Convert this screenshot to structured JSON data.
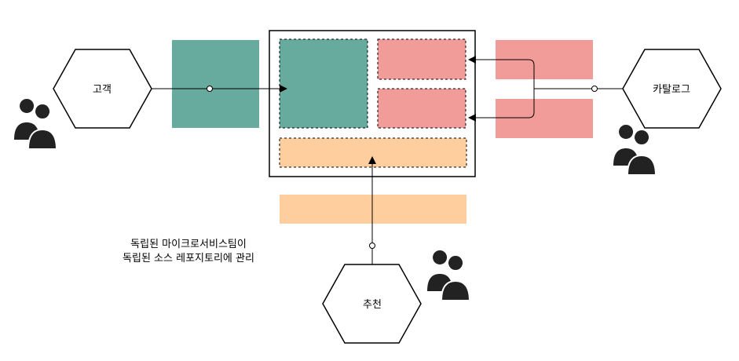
{
  "nodes": {
    "customer": {
      "label": "고객"
    },
    "catalog": {
      "label": "카탈로그"
    },
    "recommend": {
      "label": "추천"
    }
  },
  "note": {
    "line1": "독립된 마이크로서비스팀이",
    "line2": "독립된 소스 레포지토리에 관리"
  },
  "colors": {
    "green": "#67ab9f",
    "pink": "#f19c99",
    "orange": "#ffce9f",
    "stroke": "#000000",
    "team_icon": "#222222"
  },
  "icons": {
    "team": "users-icon"
  }
}
